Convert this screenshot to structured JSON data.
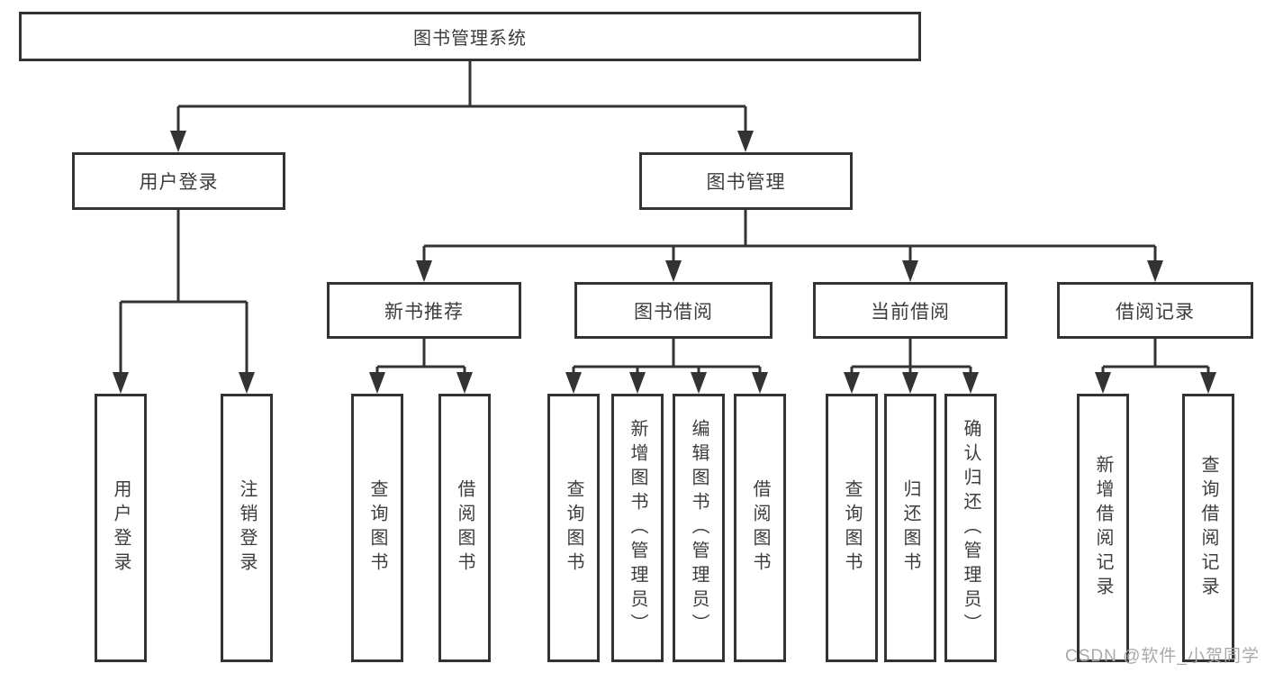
{
  "tree": {
    "root_label": "图书管理系统",
    "level2": [
      {
        "label": "用户登录"
      },
      {
        "label": "图书管理"
      }
    ],
    "level3": [
      {
        "label": "新书推荐"
      },
      {
        "label": "图书借阅"
      },
      {
        "label": "当前借阅"
      },
      {
        "label": "借阅记录"
      }
    ],
    "leaves": {
      "user_login": [
        {
          "label": "用户登录"
        },
        {
          "label": "注销登录"
        }
      ],
      "new_books": [
        {
          "label": "查询图书"
        },
        {
          "label": "借阅图书"
        }
      ],
      "book_borrow": [
        {
          "label": "查询图书"
        },
        {
          "label": "新增图书（管理员）"
        },
        {
          "label": "编辑图书（管理员）"
        },
        {
          "label": "借阅图书"
        }
      ],
      "current_borrow": [
        {
          "label": "查询图书"
        },
        {
          "label": "归还图书"
        },
        {
          "label": "确认归还（管理员）"
        }
      ],
      "borrow_records": [
        {
          "label": "新增借阅记录"
        },
        {
          "label": "查询借阅记录"
        }
      ]
    }
  },
  "colors": {
    "line": "#333333",
    "text": "#3d3d3d",
    "watermark": "#a9a9ad"
  },
  "watermark": {
    "text": "CSDN @软件_小贺同学"
  }
}
